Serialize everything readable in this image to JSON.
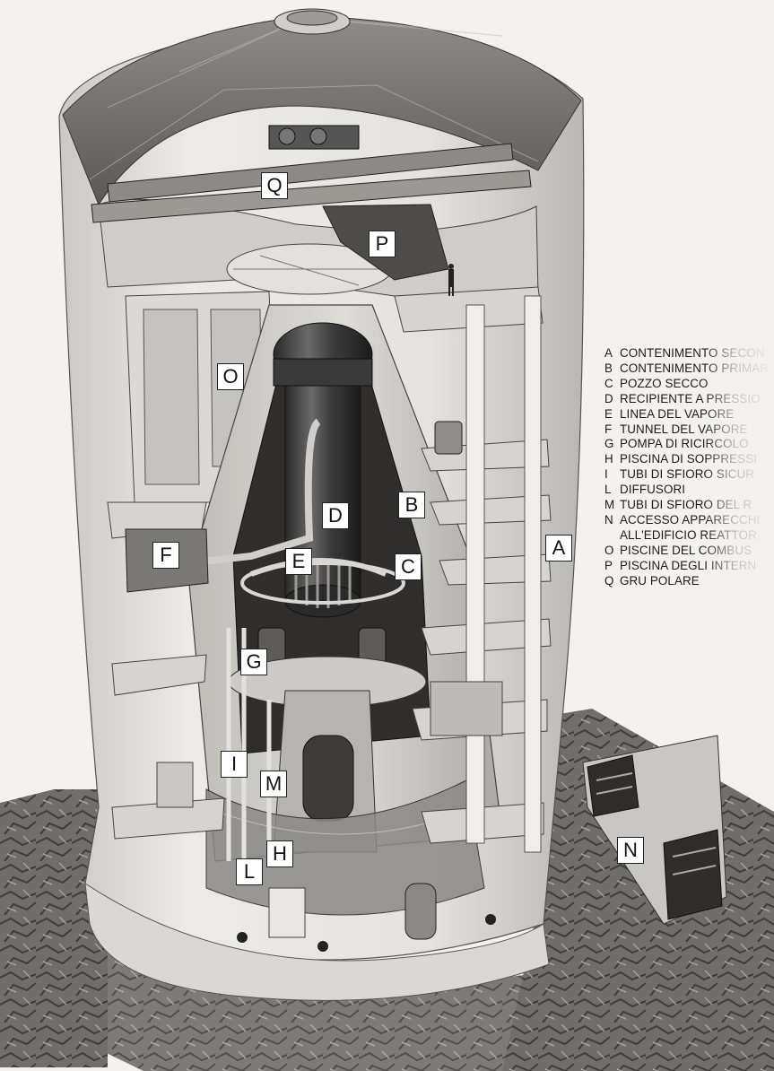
{
  "diagram": {
    "callouts": [
      {
        "letter": "Q"
      },
      {
        "letter": "P"
      },
      {
        "letter": "O"
      },
      {
        "letter": "D"
      },
      {
        "letter": "B"
      },
      {
        "letter": "F"
      },
      {
        "letter": "E"
      },
      {
        "letter": "C"
      },
      {
        "letter": "A"
      },
      {
        "letter": "G"
      },
      {
        "letter": "I"
      },
      {
        "letter": "M"
      },
      {
        "letter": "H"
      },
      {
        "letter": "L"
      },
      {
        "letter": "N"
      }
    ]
  },
  "legend": {
    "items": [
      {
        "key": "A",
        "text": "CONTENIMENTO SECON"
      },
      {
        "key": "B",
        "text": "CONTENIMENTO PRIMAR"
      },
      {
        "key": "C",
        "text": "POZZO SECCO"
      },
      {
        "key": "D",
        "text": "RECIPIENTE A PRESSIO"
      },
      {
        "key": "E",
        "text": "LINEA DEL VAPORE"
      },
      {
        "key": "F",
        "text": "TUNNEL DEL VAPORE"
      },
      {
        "key": "G",
        "text": "POMPA DI RICIRCOLO"
      },
      {
        "key": "H",
        "text": "PISCINA DI SOPPRESSI"
      },
      {
        "key": "I",
        "text": "TUBI DI SFIORO SICUR"
      },
      {
        "key": "L",
        "text": "DIFFUSORI"
      },
      {
        "key": "M",
        "text": "TUBI DI SFIORO DEL R"
      },
      {
        "key": "N",
        "text": "ACCESSO APPARECCHI"
      },
      {
        "key": "",
        "text": "ALL'EDIFICIO REATTOR"
      },
      {
        "key": "O",
        "text": "PISCINE DEL COMBUS"
      },
      {
        "key": "P",
        "text": "PISCINA DEGLI INTERN"
      },
      {
        "key": "Q",
        "text": "GRU POLARE"
      }
    ]
  }
}
